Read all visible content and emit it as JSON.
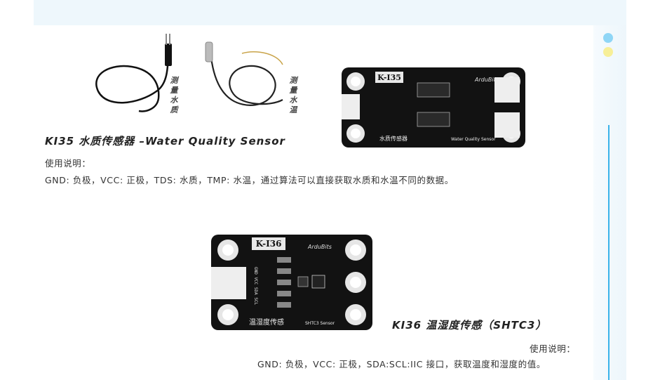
{
  "k135": {
    "heading": "KI35 水质传感器 –Water Quality Sensor",
    "cable1_label": "测量水质",
    "cable2_label": "测量水温",
    "board_label": "K-I35",
    "board_brand": "ArduBits",
    "board_cn_text": "水质传感器",
    "board_en_text": "Water Quality Sensor",
    "usage_title": "使用说明：",
    "usage_text": "GND: 负极，VCC: 正极，TDS: 水质，TMP: 水温，通过算法可以直接获取水质和水温不同的数据。"
  },
  "k136": {
    "heading": "KI36 温湿度传感（SHTC3）",
    "board_label": "K-I36",
    "board_brand": "ArduBits",
    "board_cn_text": "温湿度传感",
    "board_en_text": "SHTC3 Sensor",
    "pin_text": "GND VCC SDA SCL",
    "usage_title": "使用说明：",
    "usage_text": "GND: 负极，VCC: 正极，SDA:SCL:IIC 接口，获取温度和湿度的值。"
  },
  "colors": {
    "accent_blue": "#39b3ea",
    "dot_blue": "#8fd6f6",
    "dot_yellow": "#f7ef98",
    "pcb_black": "#121212"
  }
}
